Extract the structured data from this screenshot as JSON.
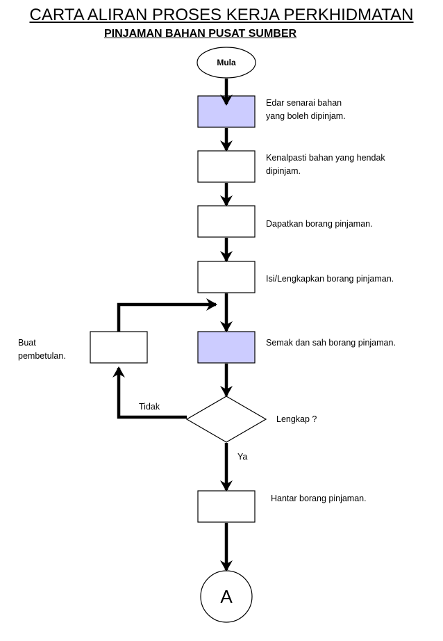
{
  "title": "CARTA ALIRAN PROSES KERJA PERKHIDMATAN",
  "subtitle": "PINJAMAN BAHAN PUSAT SUMBER",
  "colors": {
    "shaded": "#ccccff",
    "line": "#000000",
    "background": "#ffffff"
  },
  "nodes": {
    "start": "Mula",
    "connector": "A"
  },
  "steps": [
    {
      "text": "Edar senarai bahan\nyang boleh dipinjam.",
      "shaded": true
    },
    {
      "text": "Kenalpasti bahan yang hendak\ndipinjam.",
      "shaded": false
    },
    {
      "text": "Dapatkan borang pinjaman.",
      "shaded": false
    },
    {
      "text": "Isi/Lengkapkan borang pinjaman.",
      "shaded": false
    },
    {
      "text": "Semak dan sah borang pinjaman.",
      "shaded": true
    }
  ],
  "decision": {
    "text": "Lengkap ?",
    "yes": "Ya",
    "no": "Tidak"
  },
  "correction": {
    "text": "Buat\npembetulan."
  },
  "final_step": {
    "text": "Hantar borang pinjaman."
  }
}
